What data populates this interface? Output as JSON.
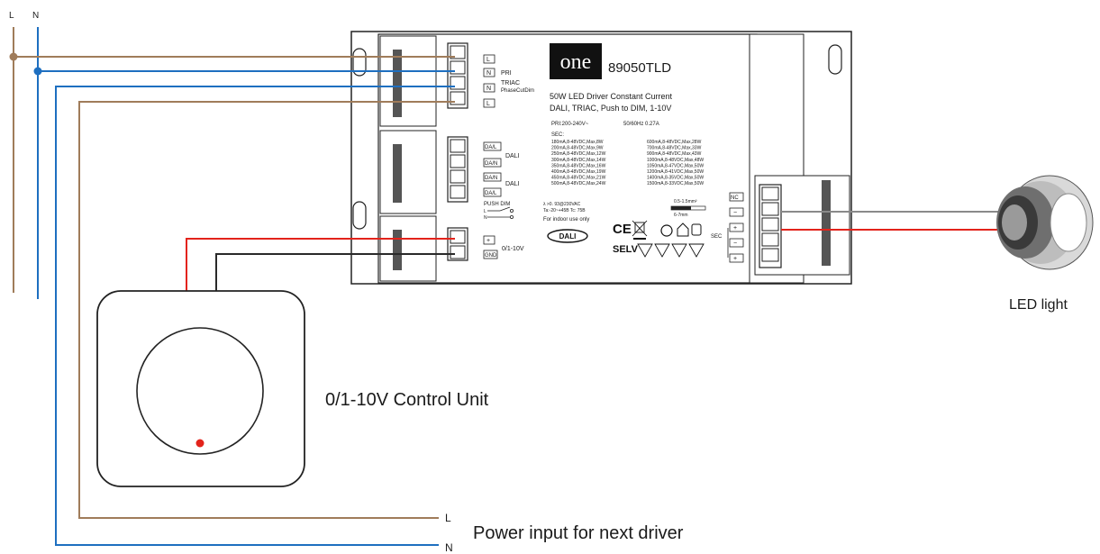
{
  "labels": {
    "L": "L",
    "N": "N",
    "control_unit": "0/1-10V Control Unit",
    "led_light": "LED light",
    "next_driver": "Power input for next driver",
    "next_L": "L",
    "next_N": "N"
  },
  "driver": {
    "brand": "one",
    "model": "89050TLD",
    "desc1": "50W LED Driver Constant Current",
    "desc2": "DALI, TRIAC, Push to DIM, 1-10V",
    "pri": "PRI:200-240V~",
    "freq": "50/60Hz  0.27A",
    "sec": "SEC:",
    "spec_left": [
      "180mA,8-48VDC,Max,8W",
      "200mA,8-48VDC,Max,9W",
      "250mA,8-48VDC,Max,12W",
      "300mA,8-48VDC,Max,14W",
      "350mA,8-48VDC,Max,16W",
      "400mA,8-48VDC,Max,19W",
      "450mA,8-48VDC,Max,21W",
      "500mA,8-48VDC,Max,24W"
    ],
    "spec_right": [
      "600mA,8-48VDC,Max,28W",
      "700mA,8-48VDC,Max,33W",
      "900mA,8-48VDC,Max,43W",
      "1000mA,8-48VDC,Max,48W",
      "1050mA,8-47VDC,Max,50W",
      "1200mA,8-41VDC,Max,50W",
      "1400mA,8-35VDC,Max,50W",
      "1500mA,8-33VDC,Max,50W"
    ],
    "pf_line1": "λ >0. 93@230VAC",
    "pf_line2": "Ta:-20~+45B     Tc: 75B",
    "indoor": "For indoor use only",
    "dali_logo": "DALI",
    "ce": "CE",
    "selv": "SELV",
    "wire_gauge": "0.5-1.5mm²",
    "strip_len": "6-7mm",
    "terminals_left": {
      "L1": "L",
      "N": "N",
      "PRI": "PRI",
      "TRIAC": "TRIAC",
      "phasecut": "PhaseCutDim",
      "L2": "L",
      "DAL": "DA/L",
      "DAN": "DA/N",
      "DAN2": "DA/N",
      "DAL2": "DA/L",
      "DALI1": "DALI",
      "DALI2": "DALI",
      "push_dim": "PUSH DIM",
      "pd_L": "L",
      "pd_N": "N",
      "plus": "+",
      "gnd": "GND",
      "v010": "0/1-10V"
    },
    "terminals_right": {
      "nc": "NC",
      "minus1": "−",
      "plus1": "+",
      "minus2": "−",
      "plus2": "+",
      "sec": "SEC"
    }
  },
  "colors": {
    "live_brown": "#a07c5a",
    "neutral_blue": "#1e6fc0",
    "red_wire": "#e3231b",
    "black_wire": "#2a2a2a",
    "grey_wire": "#8a8a8a",
    "dim_dot": "#e3231b"
  }
}
